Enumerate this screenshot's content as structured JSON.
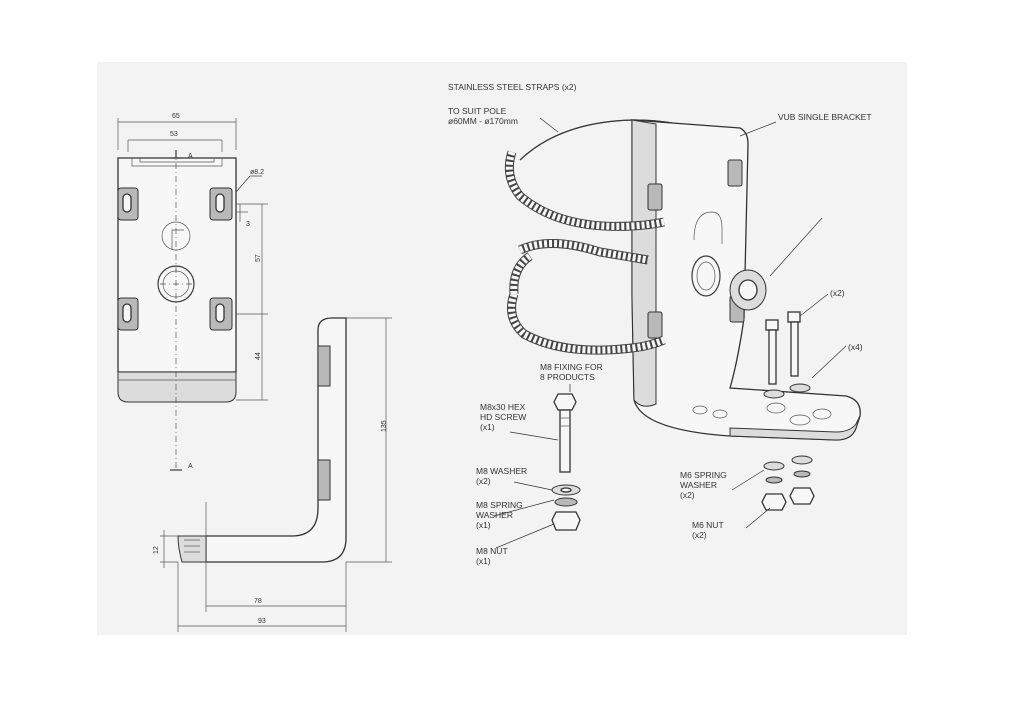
{
  "dimensions": {
    "top_width": "65",
    "inner_width": "53",
    "hole_dia": "ø8.2",
    "offset": "3",
    "hole_spacing": "57",
    "lower": "44",
    "height": "135",
    "flange": "12",
    "base_inner": "78",
    "base_total": "93",
    "section_top": "A",
    "section_bottom": "A"
  },
  "labels": {
    "straps": "STAINLESS STEEL STRAPS (x2)",
    "pole_line1": "TO SUIT POLE",
    "pole_line2": "ø60MM - ø170mm",
    "bracket": "VUB SINGLE BRACKET",
    "qty_screws": "(x2)",
    "qty_washers": "(x4)",
    "fixing_line1": "M8 FIXING FOR",
    "fixing_line2": "8 PRODUCTS",
    "hex_line1": "M8x30 HEX",
    "hex_line2": "HD SCREW",
    "hex_qty": "(x1)",
    "washer_line1": "M8 WASHER",
    "washer_qty": "(x2)",
    "spring_line1": "M8 SPRING",
    "spring_line2": "WASHER",
    "spring_qty": "(x1)",
    "nut_line1": "M8 NUT",
    "nut_qty": "(x1)",
    "m6spring_line1": "M6 SPRING",
    "m6spring_line2": "WASHER",
    "m6spring_qty": "(x2)",
    "m6nut_line1": "M6 NUT",
    "m6nut_qty": "(x2)"
  }
}
